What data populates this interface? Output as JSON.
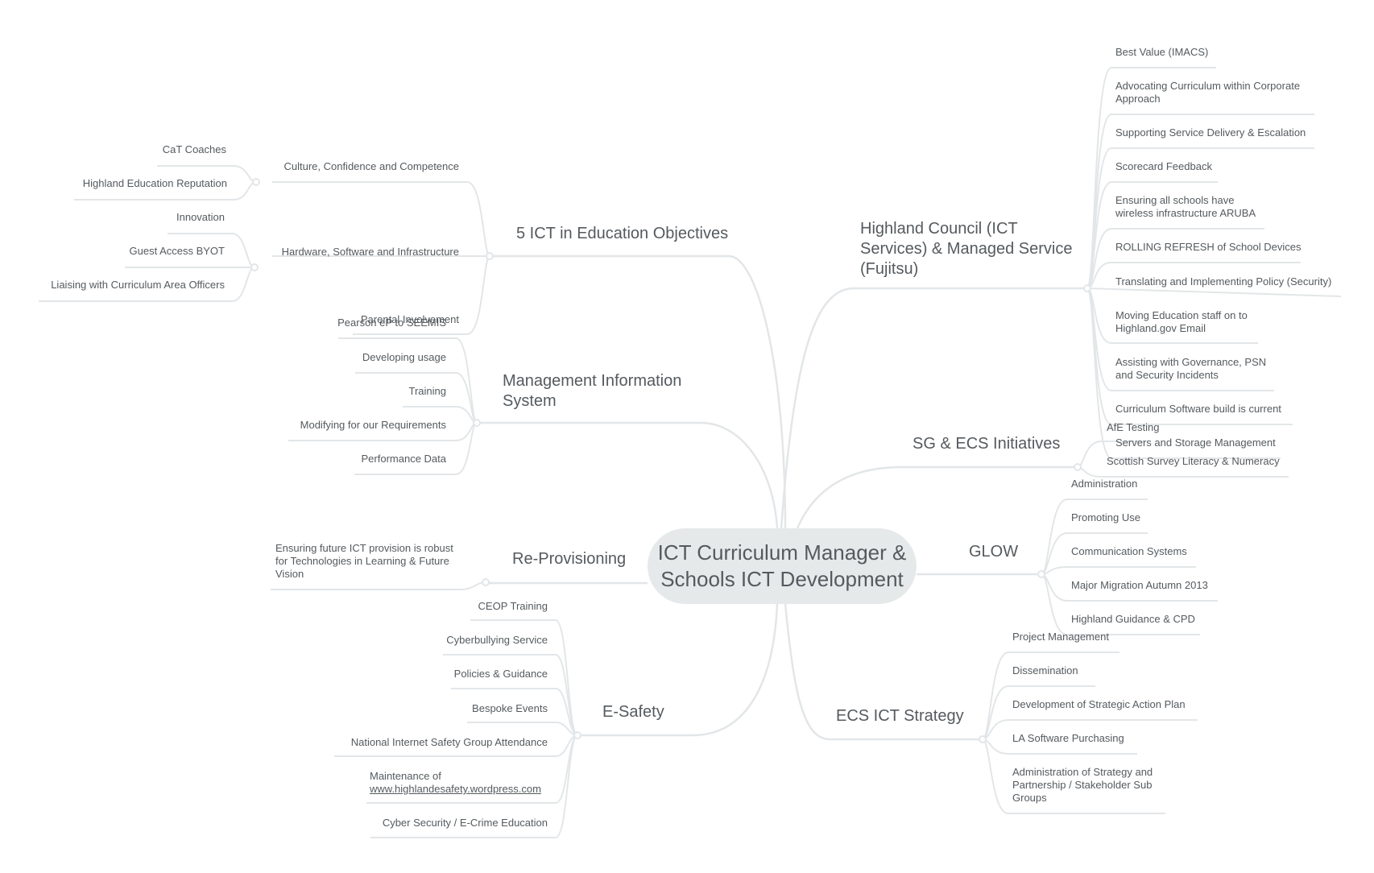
{
  "center": {
    "line1": "ICT Curriculum Manager &",
    "line2": "Schools ICT Development"
  },
  "objectives": {
    "title": "5 ICT in Education Objectives",
    "culture": {
      "label": "Culture, Confidence and Competence",
      "items": [
        "CaT Coaches",
        "Highland Education Reputation"
      ]
    },
    "hardware": {
      "label": "Hardware, Software and Infrastructure",
      "items": [
        "Innovation",
        "Guest Access BYOT",
        "Liaising with Curriculum Area Officers"
      ]
    },
    "parental": "Parental Involvement"
  },
  "mis": {
    "title_line1": "Management Information",
    "title_line2": "System",
    "items": [
      "Pearson eP to SEEMIS",
      "Developing usage",
      "Training",
      "Modifying for our Requirements",
      "Performance Data"
    ]
  },
  "reprovisioning": {
    "title": "Re-Provisioning",
    "item_line1": "Ensuring future ICT provision is robust",
    "item_line2": "for Technologies in Learning & Future",
    "item_line3": "Vision"
  },
  "esafety": {
    "title": "E-Safety",
    "items": [
      "CEOP Training",
      "Cyberbullying Service",
      "Policies & Guidance",
      "Bespoke Events",
      "National Internet Safety Group Attendance"
    ],
    "maintenance_text": "Maintenance of",
    "maintenance_link": "www.highlandesafety.wordpress.com",
    "last": "Cyber Security / E-Crime Education"
  },
  "highland": {
    "title_line1": "Highland Council (ICT",
    "title_line2": "Services) & Managed Service",
    "title_line3": "(Fujitsu)",
    "items": {
      "best_value": "Best Value (IMACS)",
      "advocating_1": "Advocating Curriculum within Corporate",
      "advocating_2": "Approach",
      "supporting": "Supporting Service Delivery & Escalation",
      "scorecard": "Scorecard Feedback",
      "wireless_1": "Ensuring all schools have",
      "wireless_2": "wireless infrastructure ARUBA",
      "rolling": "ROLLING REFRESH of School Devices",
      "policy": "Translating and Implementing Policy (Security)",
      "email_1": "Moving Education staff on to",
      "email_2": "Highland.gov Email",
      "governance_1": "Assisting with Governance, PSN",
      "governance_2": "and Security Incidents",
      "software": "Curriculum Software build is current",
      "servers": "Servers and Storage Management"
    }
  },
  "sg": {
    "title": "SG & ECS Initiatives",
    "items": [
      "AfE Testing",
      "Scottish Survey Literacy & Numeracy"
    ]
  },
  "glow": {
    "title": "GLOW",
    "items": [
      "Administration",
      "Promoting Use",
      "Communication Systems",
      "Major Migration Autumn 2013",
      "Highland Guidance & CPD"
    ]
  },
  "strategy": {
    "title": "ECS ICT Strategy",
    "items": [
      "Project Management",
      "Dissemination",
      "Development of Strategic Action Plan",
      "LA Software Purchasing"
    ],
    "admin_1": "Administration of Strategy and",
    "admin_2": "Partnership / Stakeholder Sub",
    "admin_3": "Groups"
  }
}
